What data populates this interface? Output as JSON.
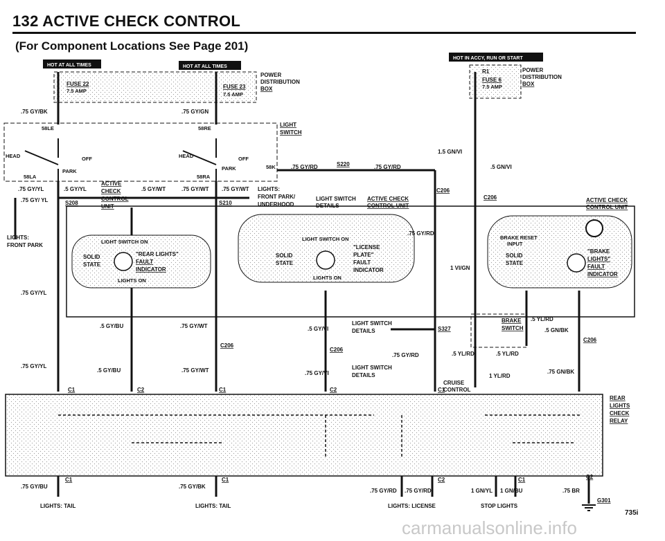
{
  "page": {
    "title": "132  ACTIVE CHECK CONTROL",
    "subtitle": "(For Component Locations See Page 201)",
    "figure_number": "735i",
    "watermark": "carmanualsonline.info"
  },
  "badges": {
    "left": "HOT AT ALL TIMES",
    "middle": "HOT AT ALL TIMES",
    "right": "HOT IN ACCY, RUN OR START"
  },
  "power_distribution": {
    "fuse_22": "FUSE 22",
    "fuse_22_amp": "7.5 AMP",
    "fuse_23": "FUSE 23",
    "fuse_23_amp": "7.5 AMP",
    "fuse_6": "FUSE 6",
    "fuse_6_amp": "7.5 AMP",
    "r1": "R1",
    "box_1": "POWER",
    "box_2": "DISTRIBUTION",
    "box_3": "BOX"
  },
  "light_switch": {
    "name_1": "LIGHT",
    "name_2": "SWITCH",
    "head_left": "HEAD",
    "head_right": "HEAD",
    "off": "OFF",
    "park": "PARK",
    "terminal_58le": "58LE",
    "terminal_58re": "58RE",
    "terminal_58la": "58LA",
    "terminal_58ra": "58RA",
    "terminal_58k": "58K"
  },
  "wires": {
    "gy_bk": ".75 GY/BK",
    "gy_gn": ".75 GY/GN",
    "gy_rd": ".75 GY/RD",
    "gy_yl": ".75 GY/YL",
    "gy_wt": ".75 GY/WT",
    "five_gy_yl": ".5 GY/YL",
    "five_gy_wt": ".5 GY/WT",
    "five_gy_bu": ".5 GY/BU",
    "five_gy_vi": ".5 GY/VI",
    "gy_vi": ".75 GY/VI",
    "gy_bu": ".75 GY/BU",
    "gy_yl_wrap": ".75 GY/ YL",
    "gn_vi_15": "1.5 GN/VI",
    "gn_vi_5": ".5 GN/VI",
    "vi_gn": "1 VI/GN",
    "yl_rd": ".5 YL/RD",
    "yl_rd_1": "1 YL/RD",
    "gn_bk": ".5 GN/BK",
    "gn_bk_75": ".75 GN/BK",
    "gy_rd_slash": ".75 GY/RD",
    "gn_yl": "1 GN/YL",
    "gn_bu": "1 GN/BU",
    "br": ".75 BR"
  },
  "connectors": {
    "s208": "S208",
    "s210": "S210",
    "s220": "S220",
    "s327": "S327",
    "c206": "C206",
    "c1": "C1",
    "c2": "C2",
    "g301": "G301"
  },
  "lights_labels": {
    "lights_front_1": "LIGHTS:",
    "lights_front_2": "FRONT PARK",
    "lights_front_park_1": "LIGHTS:",
    "lights_front_park_2": "FRONT PARK/",
    "lights_front_park_3": "UNDERHOOD",
    "ls_details_1": "LIGHT SWITCH",
    "ls_details_2": "DETAILS",
    "acc_unit_1": "ACTIVE CHECK",
    "acc_unit_2": "CONTROL UNIT",
    "acc_unit_left_1": "ACTIVE",
    "acc_unit_left_2": "CHECK",
    "acc_unit_left_3": "CONTROL",
    "acc_unit_left_4": "UNIT"
  },
  "panels": {
    "rear": {
      "header": "LIGHT SWITCH ON",
      "solid": "SOLID",
      "state": "STATE",
      "msg_1": "\"REAR LIGHTS\"",
      "msg_2": "FAULT",
      "msg_3": "INDICATOR",
      "footer": "LIGHTS ON"
    },
    "license": {
      "header": "LIGHT SWITCH ON",
      "solid": "SOLID",
      "state": "STATE",
      "msg_1": "\"LICENSE",
      "msg_2": "PLATE\"",
      "msg_3": "FAULT",
      "msg_4": "INDICATOR",
      "footer": "LIGHTS ON"
    },
    "brake": {
      "header_1": "BRAKE RESET",
      "header_2": "INPUT",
      "solid": "SOLID",
      "state": "STATE",
      "msg_1": "\"BRAKE",
      "msg_2": "LIGHTS\"",
      "msg_3": "FAULT",
      "msg_4": "INDICATOR"
    }
  },
  "relay": {
    "name_1": "REAR",
    "name_2": "LIGHTS",
    "name_3": "CHECK",
    "name_4": "RELAY"
  },
  "misc": {
    "brake_switch_1": "BRAKE",
    "brake_switch_2": "SWITCH",
    "cruise_control_1": "CRUISE",
    "cruise_control_2": "CONTROL"
  },
  "bottom_labels": {
    "tail_left": "LIGHTS: TAIL",
    "tail_right": "LIGHTS: TAIL",
    "license": "LIGHTS: LICENSE",
    "stop": "STOP LIGHTS"
  }
}
